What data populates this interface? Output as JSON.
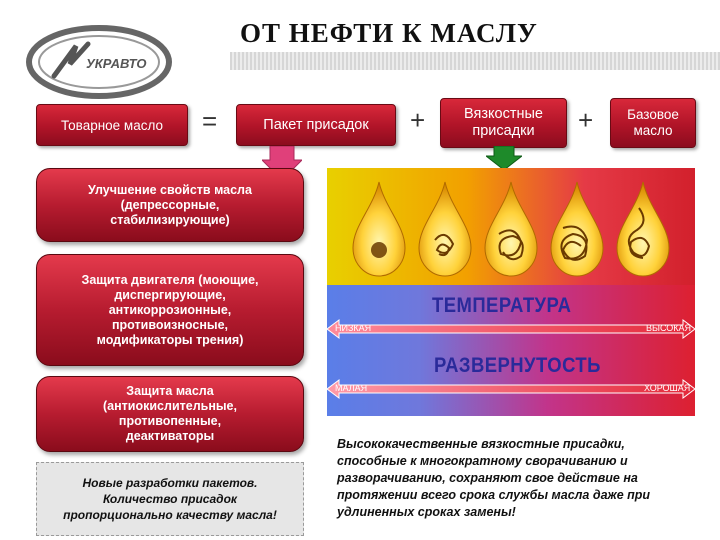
{
  "title": "ОТ  НЕФТИ  К  МАСЛУ",
  "logo_text": "УКРАВТО",
  "formula": {
    "product": "Товарное масло",
    "equals": "=",
    "package": "Пакет присадок",
    "plus1": "+",
    "viscous": "Вязкостные присадки",
    "plus2": "+",
    "base": "Базовое масло"
  },
  "functions": [
    {
      "text": "Улучшение свойств масла (депрессорные, стабилизирующие)"
    },
    {
      "text": "Защита двигателя (моющие, диспергирующие, антикоррозионные, противоизносные, модификаторы трения)"
    },
    {
      "text": "Защита масла (антиокислительные, противопенные, деактиваторы"
    }
  ],
  "note_left": "Новые разработки пакетов. Количество присадок пропорционально качеству масла!",
  "panel": {
    "temperature_label": "ТЕМПЕРАТУРА",
    "temp_low": "НИЗКАЯ",
    "temp_high": "ВЫСОКАЯ",
    "uncoil_label": "РАЗВЕРНУТОСТЬ",
    "uncoil_low": "МАЛАЯ",
    "uncoil_high": "ХОРОШАЯ"
  },
  "note_right": "Высококачественные вязкостные присадки, способные к многократному сворачиванию и разворачиванию, сохраняют свое действие на протяжении всего срока службы масла даже при удлиненных сроках замены!",
  "colors": {
    "red_box": "#b01428",
    "arrow_pink": "#e0407a",
    "arrow_green": "#1e8a2a",
    "panel_yellow": "#e8d000",
    "panel_red": "#d2202c",
    "panel_blue": "#5a7ee8"
  }
}
